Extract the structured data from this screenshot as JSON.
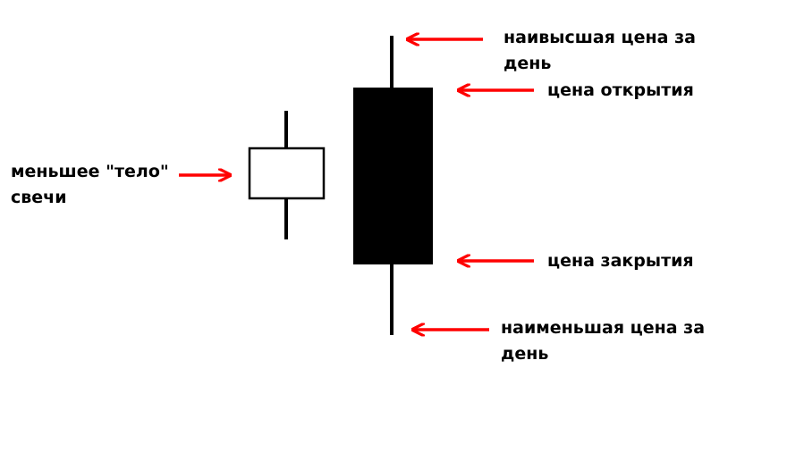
{
  "labels": {
    "small_body": {
      "line1": "меньшее \"тело\"",
      "line2": "свечи"
    },
    "high": {
      "line1": "наивысшая цена за",
      "line2": "день"
    },
    "open": "цена открытия",
    "close": "цена закрытия",
    "low": {
      "line1": "наименьшая цена за",
      "line2": "день"
    }
  },
  "colors": {
    "arrow": "#ff0000",
    "candle_dark": "#000000",
    "candle_light": "#ffffff",
    "text": "#000000"
  },
  "icons": {
    "arrow_right": "arrow-right-icon",
    "arrow_left": "arrow-left-icon"
  }
}
